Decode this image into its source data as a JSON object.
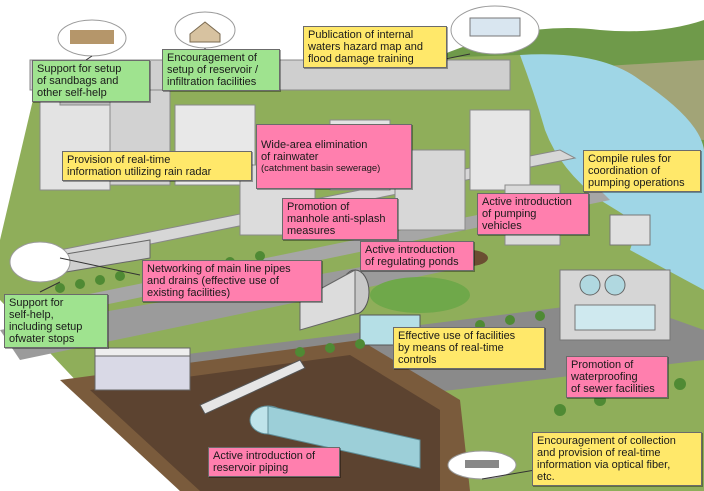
{
  "labels": {
    "support_sandbags": "Support for setup\nof sandbags and\nother self-help",
    "reservoir_setup": "Encouragement of\nsetup of reservoir /\ninfiltration facilities",
    "hazard_map": "Publication of internal\nwaters hazard map and\nflood damage training",
    "wide_area_main": "Wide-area elimination\nof rainwater",
    "wide_area_sub": "(catchment basin sewerage)",
    "rain_radar": "Provision of real-time\ninformation utilizing rain radar",
    "pumping_rules": "Compile rules for\ncoordination of\npumping operations",
    "manhole": "Promotion of\nmanhole anti-splash\nmeasures",
    "pumping_vehicles": "Active introduction\nof pumping\nvehicles",
    "regulating_ponds": "Active introduction\nof regulating ponds",
    "networking": "Networking of main line pipes\nand drains (effective use of\nexisting facilities)",
    "self_help_water_stops": "Support for\nself-help,\nincluding setup\nofwater stops",
    "realtime_controls": "Effective use of facilities\nby means of real-time\ncontrols",
    "waterproofing": "Promotion of\nwaterproofing\nof sewer facilities",
    "reservoir_piping": "Active introduction of\nreservoir piping",
    "optical_fiber": "Encouragement of collection\nand provision of real-time\ninformation via optical fiber,\netc."
  },
  "colors": {
    "pink": "#ff7fae",
    "yellow": "#ffe86a",
    "green": "#9fe38f",
    "river": "#9fd6e6",
    "ground": "#8fae5a",
    "road": "#9b9b9b",
    "sky": "#ffffff"
  }
}
